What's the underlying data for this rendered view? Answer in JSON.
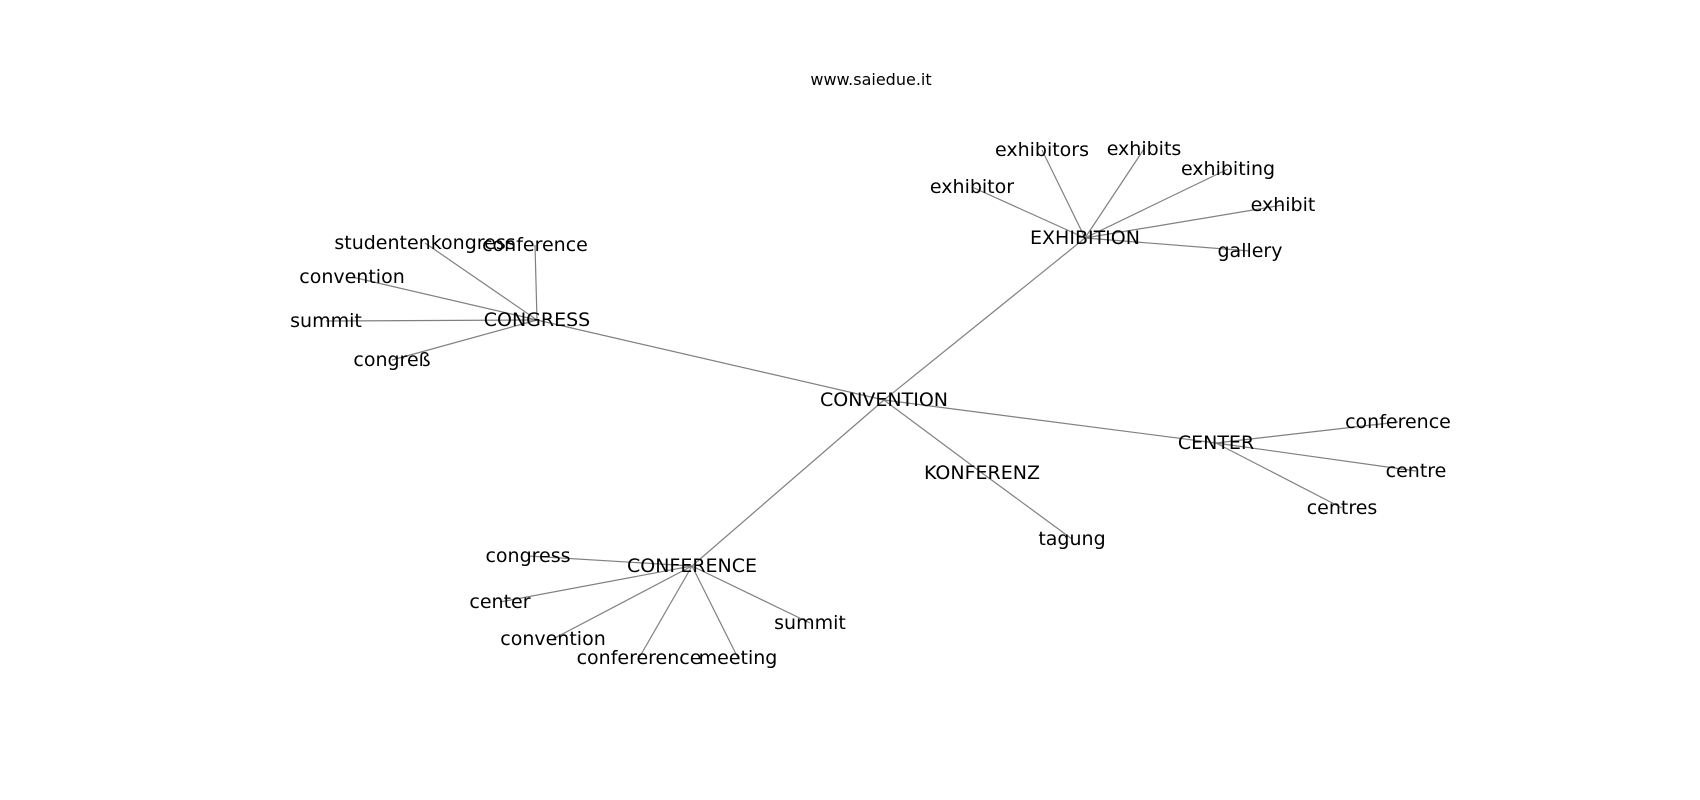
{
  "caption": "www.saiedue.it",
  "colors": {
    "edge": "#808080",
    "text": "#000000",
    "background": "#ffffff"
  },
  "graph": {
    "root": "CONVENTION",
    "clusters": [
      {
        "hub": "CONGRESS",
        "leaves": [
          "studentenkongress",
          "conference",
          "convention",
          "summit",
          "congreß"
        ]
      },
      {
        "hub": "EXHIBITION",
        "leaves": [
          "exhibitor",
          "exhibitors",
          "exhibits",
          "exhibiting",
          "exhibit",
          "gallery"
        ]
      },
      {
        "hub": "CENTER",
        "leaves": [
          "conference",
          "centre",
          "centres"
        ]
      },
      {
        "hub": "KONFERENZ",
        "leaves": [
          "tagung"
        ]
      },
      {
        "hub": "CONFERENCE",
        "leaves": [
          "congress",
          "center",
          "convention",
          "confererence",
          "meeting",
          "summit"
        ]
      }
    ]
  }
}
